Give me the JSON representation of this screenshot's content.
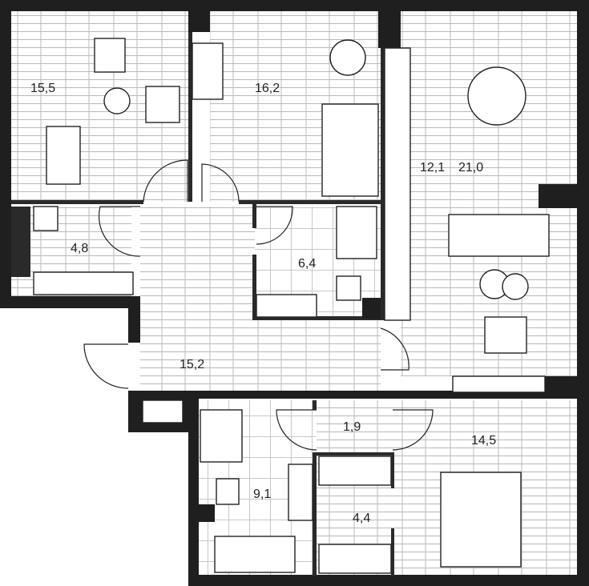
{
  "plan": {
    "colors": {
      "wall": "#1f1f1f",
      "floor_line": "#b8b8b8",
      "background": "#ffffff"
    },
    "rooms": [
      {
        "id": "room-living-left",
        "area": "15,5"
      },
      {
        "id": "room-bedroom-top",
        "area": "16,2"
      },
      {
        "id": "room-kitchen",
        "area": "12,1"
      },
      {
        "id": "room-living",
        "area": "21,0"
      },
      {
        "id": "room-storage",
        "area": "4,8"
      },
      {
        "id": "room-bathroom-small",
        "area": "6,4"
      },
      {
        "id": "room-hallway",
        "area": "15,2"
      },
      {
        "id": "room-corridor",
        "area": "1,9"
      },
      {
        "id": "room-bedroom-bottom",
        "area": "14,5"
      },
      {
        "id": "room-bathroom",
        "area": "9,1"
      },
      {
        "id": "room-wardrobe",
        "area": "4,4"
      }
    ]
  }
}
